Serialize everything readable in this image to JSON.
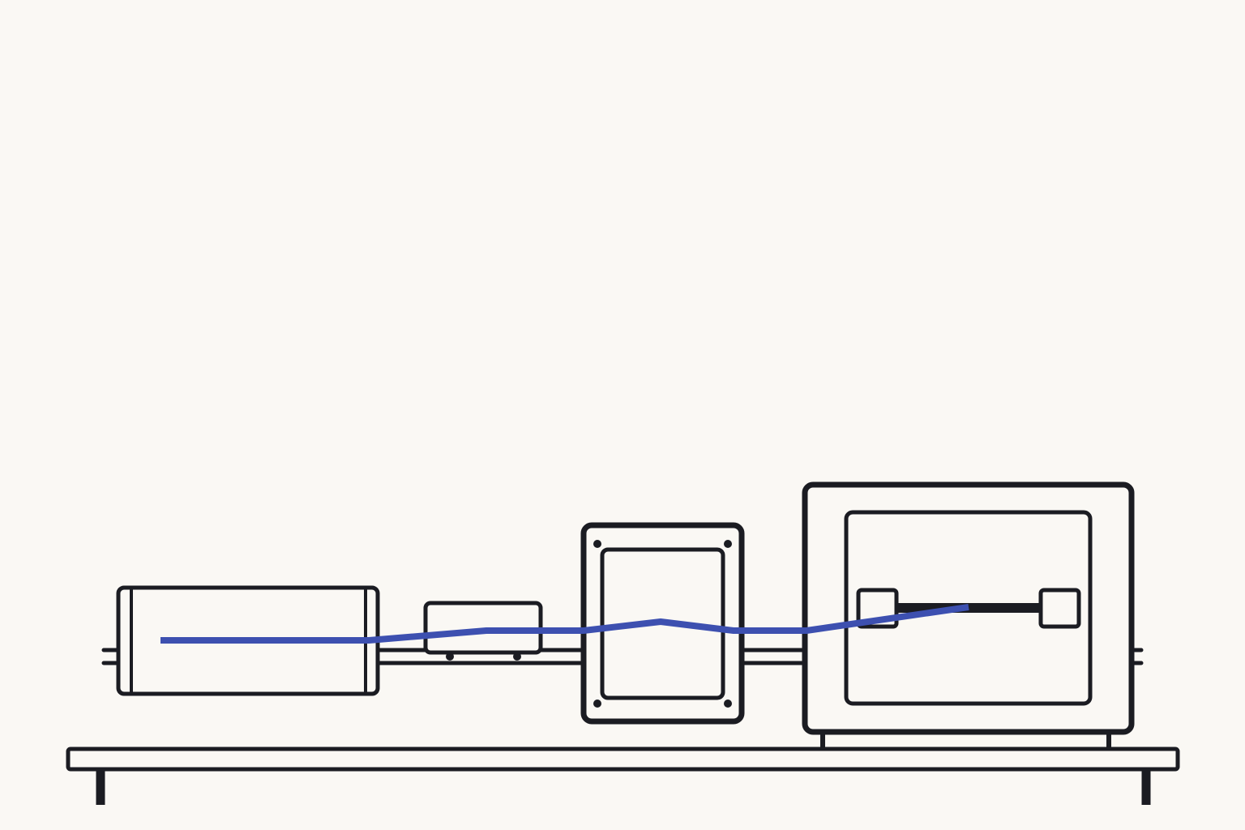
{
  "diagram": {
    "colors": {
      "background": "#faf8f4",
      "stroke": "#1b1c22",
      "beam": "#3d50b0"
    },
    "components": [
      {
        "name": "laser-source",
        "kind": "cylindrical housing"
      },
      {
        "name": "lens-mount",
        "kind": "small carriage on rail"
      },
      {
        "name": "window-frame",
        "kind": "square frame with four screws"
      },
      {
        "name": "sample-chamber",
        "kind": "enclosure with inner sample holder"
      }
    ],
    "beam": {
      "color_key": "beam",
      "direction": "left-to-right"
    }
  }
}
